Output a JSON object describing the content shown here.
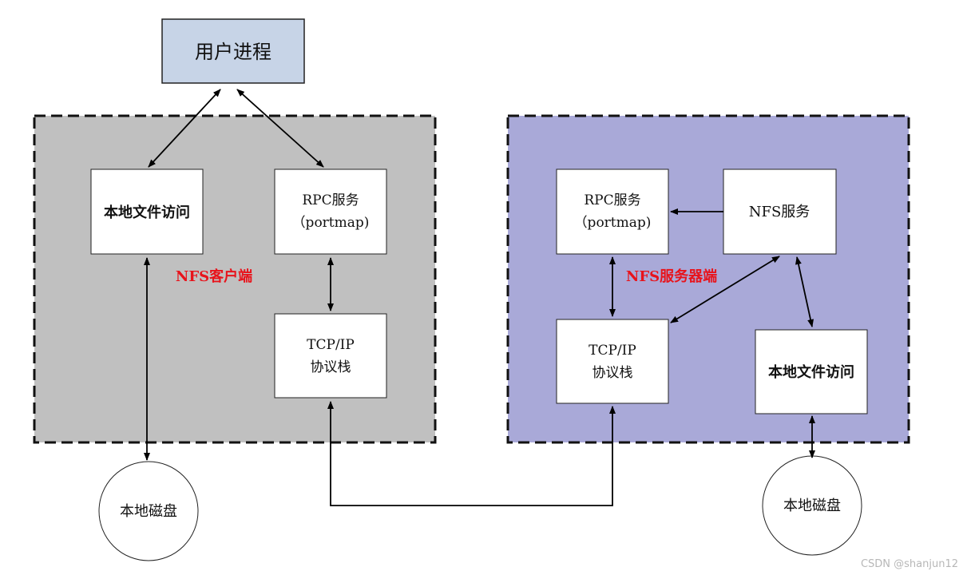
{
  "user_process": {
    "label": "用户进程"
  },
  "client": {
    "label": "NFS客户端",
    "local_file_access": "本地文件访问",
    "rpc_line1": "RPC服务",
    "rpc_line2": "（portmap)",
    "tcpip_line1": "TCP/IP",
    "tcpip_line2": "协议栈",
    "disk": "本地磁盘"
  },
  "server": {
    "label": "NFS服务器端",
    "rpc_line1": "RPC服务",
    "rpc_line2": "（portmap)",
    "nfs_service": "NFS服务",
    "tcpip_line1": "TCP/IP",
    "tcpip_line2": "协议栈",
    "local_file_access": "本地文件访问",
    "disk": "本地磁盘"
  },
  "watermark": "CSDN @shanjun12",
  "colors": {
    "user_process_fill": "#c7d4e7",
    "client_fill": "#c0c0c0",
    "server_fill": "#a9a9d8",
    "label_red": "#e8131b"
  }
}
